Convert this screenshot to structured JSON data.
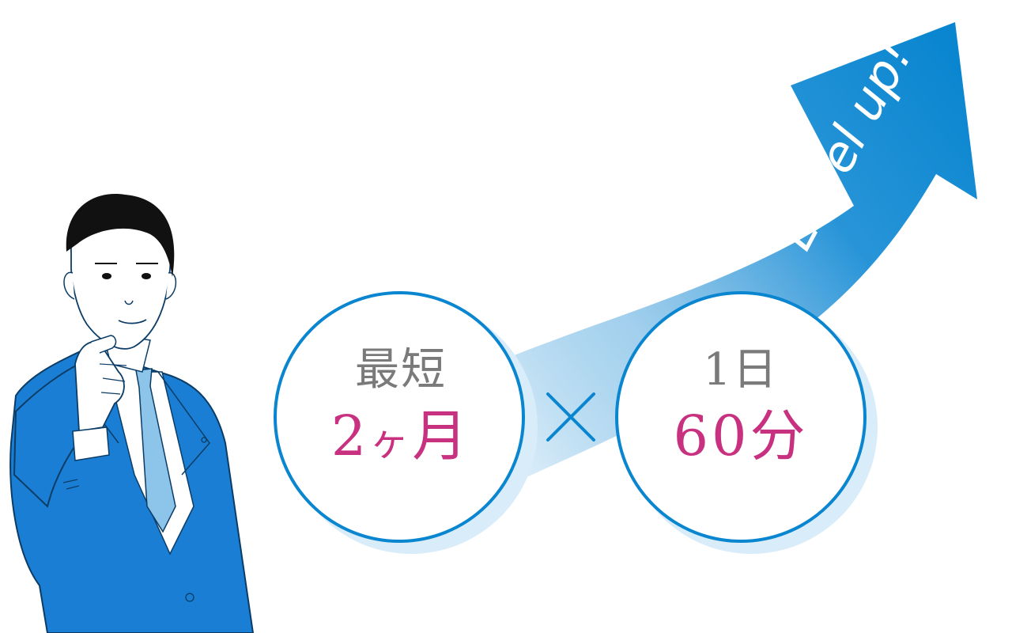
{
  "left_circle": {
    "top": "最短",
    "bottom_number": "2",
    "bottom_kana": "ヶ",
    "bottom_unit": "月"
  },
  "right_circle": {
    "top": "1日",
    "bottom": "60分"
  },
  "arrow": {
    "label": "Level up!"
  },
  "colors": {
    "accent_blue": "#0a86d0",
    "magenta": "#c8317f",
    "gray_text": "#7a7a7a",
    "suit_blue": "#1a7fd4",
    "tie_blue": "#8cc4ea"
  },
  "icons": {
    "operator": "multiply-icon",
    "figure": "businessman-pointing-icon"
  }
}
